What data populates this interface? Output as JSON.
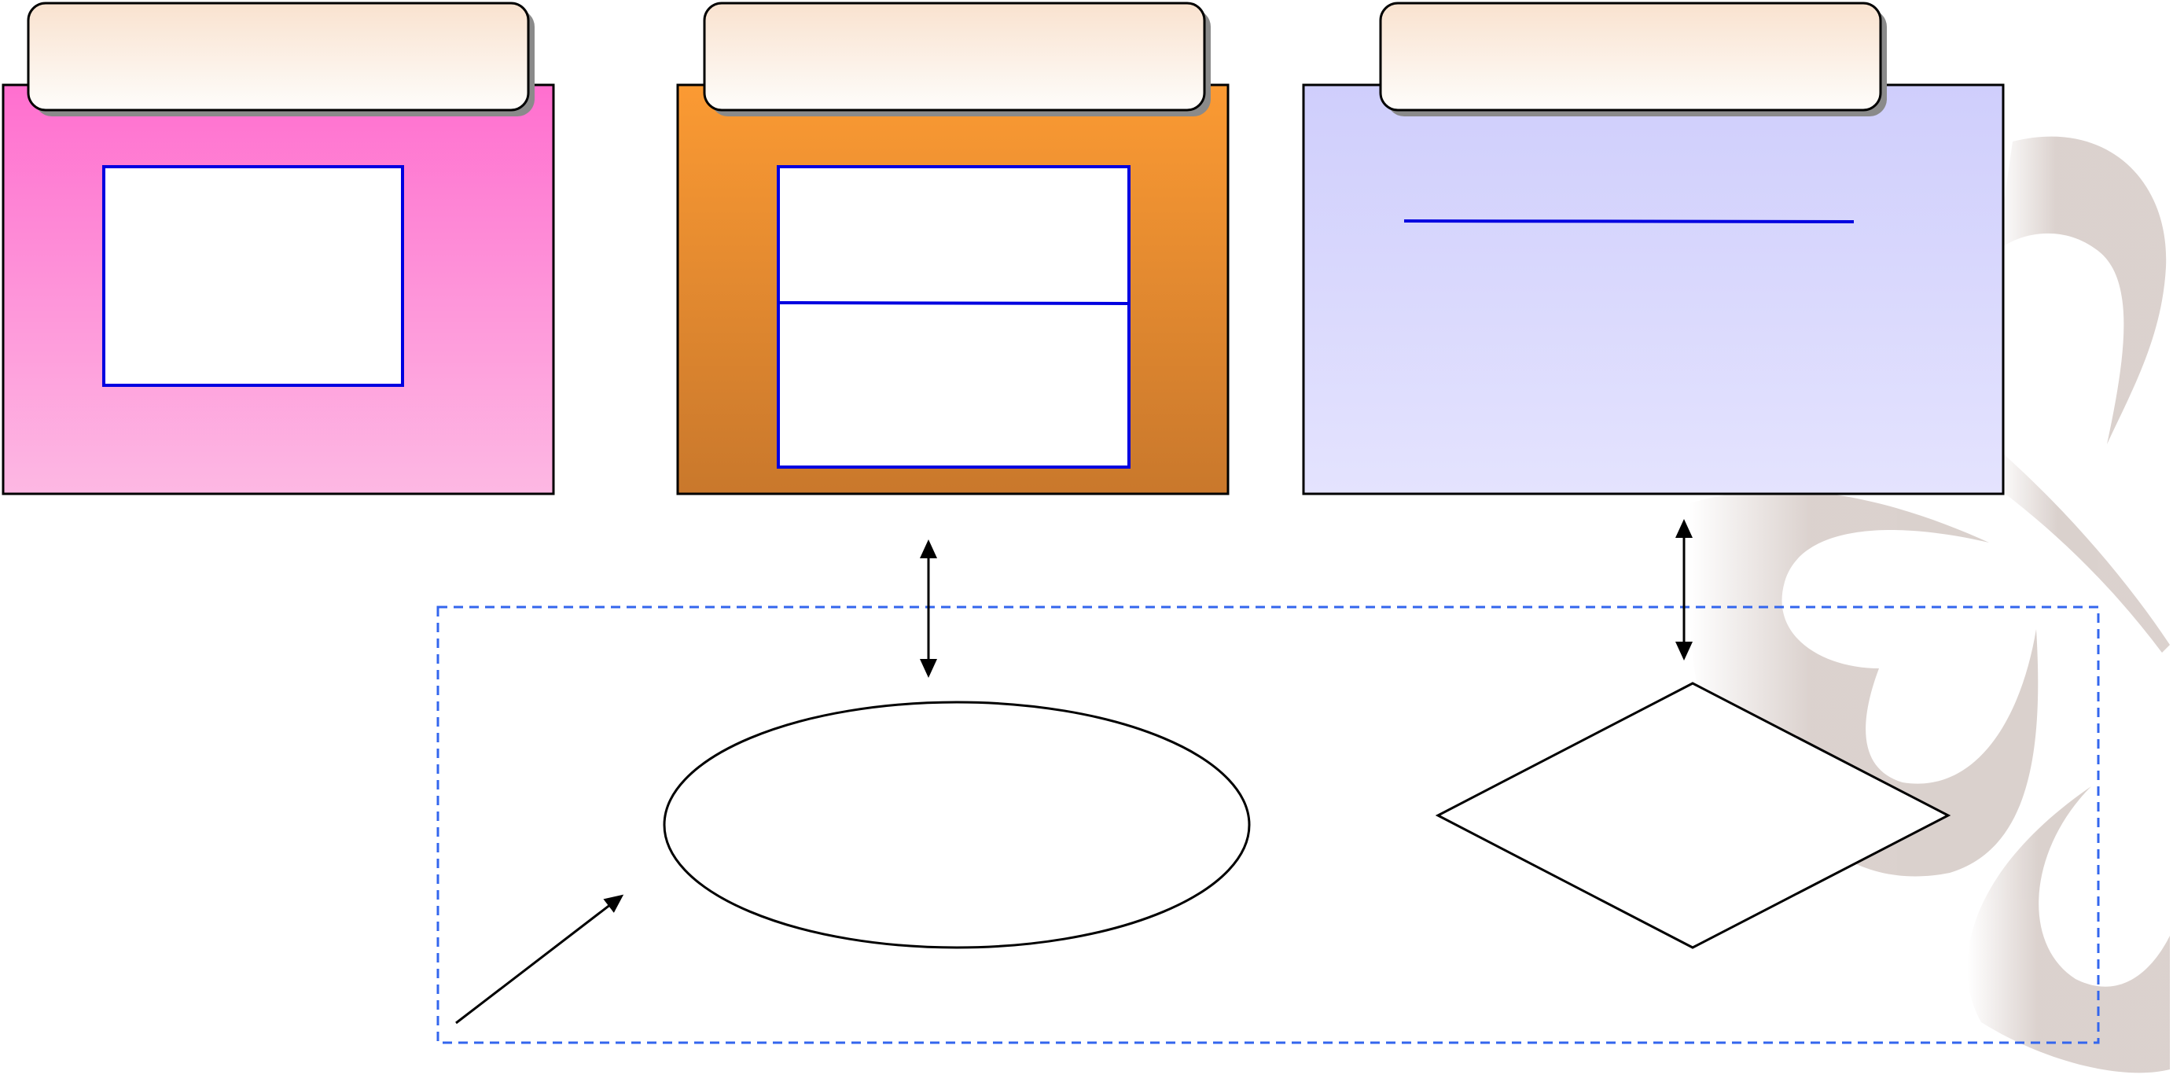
{
  "colors": {
    "panel_pink_top": "#ff6fcf",
    "panel_pink_bottom": "#fdb8e3",
    "panel_orange_top": "#fb9a33",
    "panel_orange_bottom": "#c9782c",
    "panel_lavender_top": "#cfcefc",
    "panel_lavender_bottom": "#e4e3fe",
    "tab_top": "#f9e2cf",
    "tab_bottom": "#fefdfb",
    "inner_box_stroke": "#0000e0",
    "divider_line": "#0000e0",
    "dashed_group_stroke": "#3366ee",
    "connector": "#000000",
    "watermark": "#d9cfcb"
  },
  "icons": {
    "watermark": "decorative-swirl-icon",
    "arrows": "double-arrow-icon"
  },
  "panels": [
    {
      "id": "pink",
      "title": "",
      "content": ""
    },
    {
      "id": "orange",
      "title": "",
      "content_top": "",
      "content_bottom": ""
    },
    {
      "id": "lavender",
      "title": "",
      "content": ""
    }
  ],
  "shapes": {
    "ellipse_label": "",
    "diamond_label": ""
  }
}
